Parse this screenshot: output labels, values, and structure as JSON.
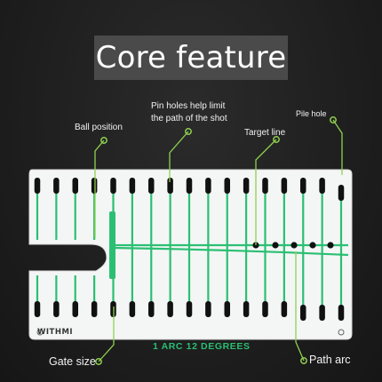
{
  "title": "Core feature",
  "callouts": {
    "ball_position": "Ball position",
    "pin_holes_line1": "Pin holes help limit",
    "pin_holes_line2": "the path of the shot",
    "target_line": "Target line",
    "pile_hole": "Pile hole",
    "gate_size": "Gate size",
    "path_arc": "Path arc"
  },
  "mat": {
    "brand": "WITHMI",
    "arc_label": "1 ARC 12 DEGREES"
  },
  "colors": {
    "accent": "#8fd14f",
    "mat_green": "#2bbf73",
    "mat_white": "#f4f6f5",
    "slot_black": "#111111"
  }
}
